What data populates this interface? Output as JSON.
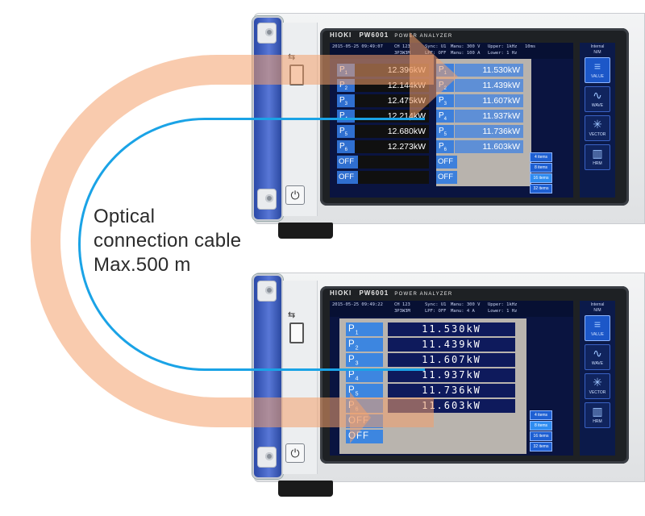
{
  "caption": {
    "line1": "Optical",
    "line2": "connection cable",
    "line3": "Max.500 m"
  },
  "colors": {
    "cable_fill": "#f4a06c",
    "cable_line": "#1aa3e6",
    "handle": "#3d5fc4",
    "screen_bg": "#0a1440",
    "label_blue": "#2f6fd0"
  },
  "device_top": {
    "brand": "HIOKI",
    "model": "PW6001",
    "model_sub": "POWER ANALYZER",
    "power_icon": "power-icon",
    "usb_icon": "usb-icon",
    "status": {
      "datetime": "2015-05-25 09:49:07",
      "ch": "CH 123",
      "wiring": "3P3W3M",
      "sync": "Sync: U1",
      "lpf": "LPF: OFF",
      "manu_v": "Manu: 300 V",
      "manu_a": "Manu: 100 A",
      "upper": "Upper: 1kHz",
      "lower": "Lower: 1 Hz",
      "interval": "10ms"
    },
    "left_rows": [
      {
        "p": "P",
        "sub": "1",
        "value": "12.396kW"
      },
      {
        "p": "P",
        "sub": "2",
        "value": "12.144kW"
      },
      {
        "p": "P",
        "sub": "3",
        "value": "12.475kW"
      },
      {
        "p": "P",
        "sub": "4",
        "value": "12.214kW"
      },
      {
        "p": "P",
        "sub": "5",
        "value": "12.680kW"
      },
      {
        "p": "P",
        "sub": "6",
        "value": "12.273kW"
      }
    ],
    "left_off": [
      "OFF",
      "OFF"
    ],
    "right_rows": [
      {
        "p": "P",
        "sub": "1",
        "value": "11.530kW"
      },
      {
        "p": "P",
        "sub": "2",
        "value": "11.439kW"
      },
      {
        "p": "P",
        "sub": "3",
        "value": "11.607kW"
      },
      {
        "p": "P",
        "sub": "4",
        "value": "11.937kW"
      },
      {
        "p": "P",
        "sub": "5",
        "value": "11.736kW"
      },
      {
        "p": "P",
        "sub": "6",
        "value": "11.603kW"
      }
    ],
    "right_off": [
      "OFF",
      "OFF"
    ],
    "side_top": "Internal\nN/M",
    "side_buttons": [
      {
        "label": "VALUE",
        "icon": "value-grid-icon",
        "glyph": "≡",
        "active": true
      },
      {
        "label": "WAVE",
        "icon": "wave-icon",
        "glyph": "∿",
        "active": false
      },
      {
        "label": "VECTOR",
        "icon": "vector-icon",
        "glyph": "✳",
        "active": false
      },
      {
        "label": "HRM",
        "icon": "hrm-bars-icon",
        "glyph": "▥",
        "active": false
      }
    ],
    "items_buttons": [
      "4 items",
      "8 items",
      "16 items",
      "32 items"
    ],
    "items_selected": 2
  },
  "device_bottom": {
    "brand": "HIOKI",
    "model": "PW6001",
    "model_sub": "POWER ANALYZER",
    "power_icon": "power-icon",
    "usb_icon": "usb-icon",
    "status": {
      "datetime": "2015-05-25 09:49:22",
      "ch": "CH 123",
      "wiring": "3P3W3M",
      "sync": "Sync: U1",
      "lpf": "LPF: OFF",
      "manu_v": "Manu: 300 V",
      "manu_a": "Manu: 4 A",
      "upper": "Upper: 1kHz",
      "lower": "Lower: 1 Hz"
    },
    "rows": [
      {
        "p": "P",
        "sub": "1",
        "value": "11.530kW"
      },
      {
        "p": "P",
        "sub": "2",
        "value": "11.439kW"
      },
      {
        "p": "P",
        "sub": "3",
        "value": "11.607kW"
      },
      {
        "p": "P",
        "sub": "4",
        "value": "11.937kW"
      },
      {
        "p": "P",
        "sub": "5",
        "value": "11.736kW"
      },
      {
        "p": "P",
        "sub": "6",
        "value": "11.603kW"
      }
    ],
    "off": [
      "OFF",
      "OFF"
    ],
    "side_top": "Internal\nN/M",
    "side_buttons": [
      {
        "label": "VALUE",
        "icon": "value-grid-icon",
        "glyph": "≡",
        "active": true
      },
      {
        "label": "WAVE",
        "icon": "wave-icon",
        "glyph": "∿",
        "active": false
      },
      {
        "label": "VECTOR",
        "icon": "vector-icon",
        "glyph": "✳",
        "active": false
      },
      {
        "label": "HRM",
        "icon": "hrm-bars-icon",
        "glyph": "▥",
        "active": false
      }
    ],
    "items_buttons": [
      "4 items",
      "8 items",
      "16 items",
      "32 items"
    ],
    "items_selected": 1
  }
}
